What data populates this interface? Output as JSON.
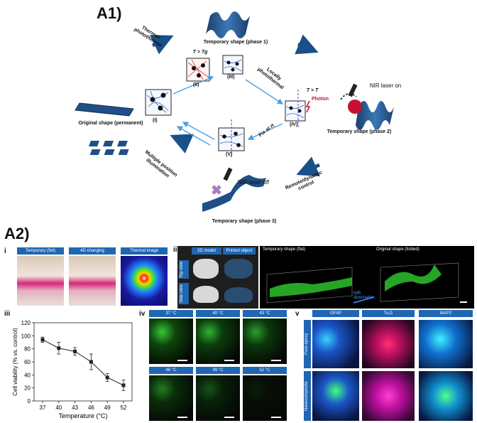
{
  "a1": {
    "heading": "A1)",
    "phase1": "Temporary shape (phase 1)",
    "original": "Original shape (permanent)",
    "phase2": "Temporary shape (phase 2)",
    "phase3": "Temporary shape (phase 3)",
    "thermal": "Thermal/ photothermal",
    "locally": "Locally photothermal",
    "fix": "Fix at rt",
    "multiple": "Multiple position illumination",
    "remote": "Remote/dynamic control",
    "tg": "T > Tg",
    "tt": "T > T",
    "photon": "Photon",
    "laser_on": "NIR laser on",
    "laser_off": "NIR laser off",
    "states": [
      "(I)",
      "(II)",
      "(III)",
      "(IV)",
      "(V)"
    ]
  },
  "a2": {
    "heading": "A2)",
    "i": {
      "label": "i",
      "tabs": [
        "Temporary (flat)",
        "4D changing",
        "Thermal image"
      ]
    },
    "ii": {
      "label": "ii",
      "tabs": [
        "3D model",
        "Printed object"
      ],
      "views": [
        "Top view",
        "Side view"
      ],
      "panel1": "Temporary shape (flat)",
      "panel2": "Original shape (folded)",
      "nir": "NIR illumination"
    },
    "iii": {
      "label": "iii",
      "chart_data": {
        "type": "line",
        "x": [
          37,
          40,
          43,
          46,
          49,
          52
        ],
        "values": [
          94,
          81,
          76,
          60,
          36,
          24
        ],
        "errors": [
          4,
          9,
          6,
          12,
          6,
          8
        ],
        "xlabel": "Temperature (°C)",
        "ylabel": "Cell viability (% vs. control)",
        "ylim": [
          0,
          120
        ],
        "yticks": [
          0,
          20,
          40,
          60,
          80,
          100,
          120
        ],
        "grid": false
      }
    },
    "iv": {
      "label": "iv",
      "temps": [
        "37 °C",
        "40 °C",
        "43 °C",
        "46 °C",
        "49 °C",
        "52 °C"
      ]
    },
    "v": {
      "label": "v",
      "markers": [
        "GFAP",
        "TuJ1",
        "MAP2"
      ],
      "rows": [
        "Pure epoxy",
        "Nanocomposite"
      ]
    }
  }
}
